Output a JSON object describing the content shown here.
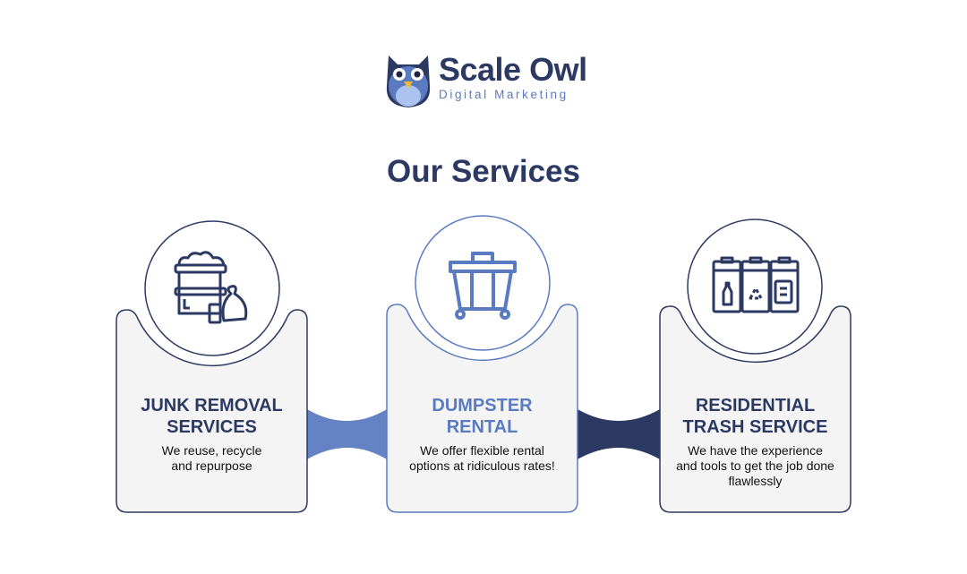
{
  "brand": {
    "name": "Scale Owl",
    "tagline": "Digital Marketing"
  },
  "title": "Our Services",
  "colors": {
    "navy": "#2c3a63",
    "blue": "#5b7bc0",
    "card_bg": "#f4f4f4"
  },
  "services": [
    {
      "title_line1": "JUNK REMOVAL",
      "title_line2": "SERVICES",
      "description": "We reuse, recycle and repurpose",
      "icon": "junk-bin-icon"
    },
    {
      "title_line1": "DUMPSTER",
      "title_line2": "RENTAL",
      "description": "We offer flexible rental options at ridiculous rates!",
      "icon": "dumpster-icon"
    },
    {
      "title_line1": "RESIDENTIAL",
      "title_line2": "TRASH SERVICE",
      "description": "We have the experience and tools to get the job done flawlessly",
      "icon": "recycling-bins-icon"
    }
  ]
}
